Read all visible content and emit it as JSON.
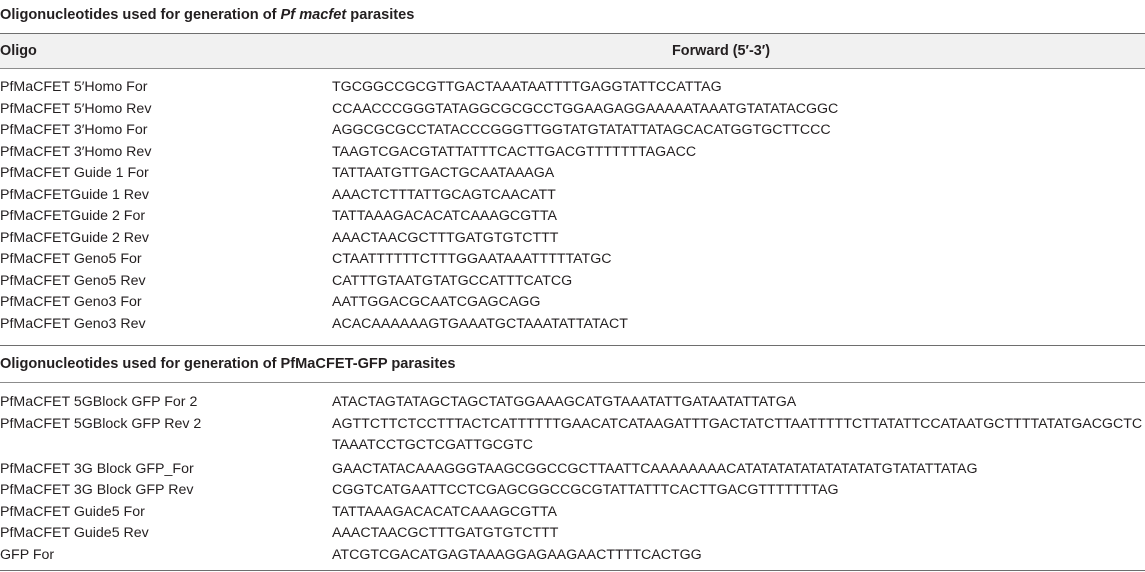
{
  "table": {
    "section1_title_pre": "Oligonucleotides used for generation of ",
    "section1_title_italic": "Pf macfet",
    "section1_title_post": " parasites",
    "col_oligo": "Oligo",
    "col_forward": "Forward (5′-3′)",
    "section2_title": "Oligonucleotides used for generation of PfMaCFET-GFP parasites",
    "section1_rows": [
      {
        "oligo": "PfMaCFET 5′Homo For",
        "sequence": "TGCGGCCGCGTTGACTAAATAATTTTGAGGTATTCCATTAG"
      },
      {
        "oligo": "PfMaCFET 5′Homo Rev",
        "sequence": "CCAACCCGGGTATAGGCGCGCCTGGAAGAGGAAAAATAAATGTATATACGGC"
      },
      {
        "oligo": "PfMaCFET 3′Homo For",
        "sequence": "AGGCGCGCCTATACCCGGGTTGGTATGTATATTATAGCACATGGTGCTTCCC"
      },
      {
        "oligo": "PfMaCFET 3′Homo Rev",
        "sequence": "TAAGTCGACGTATTATTTCACTTGACGTTTTTTTAGACC"
      },
      {
        "oligo": "PfMaCFET Guide 1 For",
        "sequence": "TATTAATGTTGACTGCAATAAAGA"
      },
      {
        "oligo": "PfMaCFETGuide 1 Rev",
        "sequence": "AAACTCTTTATTGCAGTCAACATT"
      },
      {
        "oligo": "PfMaCFETGuide 2 For",
        "sequence": "TATTAAAGACACATCAAAGCGTTA"
      },
      {
        "oligo": "PfMaCFETGuide 2 Rev",
        "sequence": "AAACTAACGCTTTGATGTGTCTTT"
      },
      {
        "oligo": "PfMaCFET Geno5 For",
        "sequence": "CTAATTTTTTCTTTGGAATAAATTTTTATGC"
      },
      {
        "oligo": "PfMaCFET Geno5 Rev",
        "sequence": "CATTTGTAATGTATGCCATTTCATCG"
      },
      {
        "oligo": "PfMaCFET Geno3 For",
        "sequence": "AATTGGACGCAATCGAGCAGG"
      },
      {
        "oligo": "PfMaCFET Geno3 Rev",
        "sequence": "ACACAAAAAAGTGAAATGCTAAATATTATACT"
      }
    ],
    "section2_rows": [
      {
        "oligo": "PfMaCFET 5GBlock GFP For 2",
        "sequence": "ATACTAGTATAGCTAGCTATGGAAAGCATGTAAATATTGATAATATTATGA"
      },
      {
        "oligo": "PfMaCFET 5GBlock GFP Rev 2",
        "sequence": "AGTTCTTCTCCTTTACTCATTTTTTGAACATCATAAGATTTGACTATCTTAATTTTTCTTATATTCCATAATGCTTTTATATGACGCTCTAAATCCTGCTCGATTGCGTC"
      },
      {
        "oligo": "PfMaCFET 3G Block GFP_For",
        "sequence": "GAACTATACAAAGGGTAAGCGGCCGCTTAATTCAAAAAAAACATATATATATATATATATGTATATTATAG"
      },
      {
        "oligo": "PfMaCFET 3G Block GFP Rev",
        "sequence": "CGGTCATGAATTCCTCGAGCGGCCGCGTATTATTTCACTTGACGTTTTTTTAG"
      },
      {
        "oligo": "PfMaCFET Guide5 For",
        "sequence": "TATTAAAGACACATCAAAGCGTTA"
      },
      {
        "oligo": "PfMaCFET Guide5 Rev",
        "sequence": "AAACTAACGCTTTGATGTGTCTTT"
      },
      {
        "oligo": "GFP For",
        "sequence": "ATCGTCGACATGAGTAAAGGAGAAGAACTTTTCACTGG"
      }
    ]
  }
}
